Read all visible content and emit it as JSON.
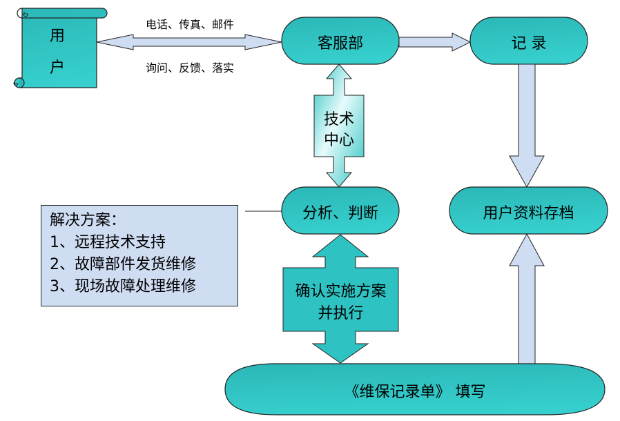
{
  "colors": {
    "node_fill": "#2ebfbf",
    "node_fill_light": "#35cccb",
    "arrow_fill": "#cfddf3",
    "stroke": "#222222"
  },
  "nodes": {
    "user": {
      "char1": "用",
      "char2": "户"
    },
    "customer_service": "客服部",
    "record": "记 录",
    "tech_center": {
      "line1": "技术",
      "line2": "中心"
    },
    "analysis": "分析、判断",
    "archive": "用户资料存档",
    "execute": {
      "line1": "确认实施方案",
      "line2": "并执行"
    },
    "form": "《维保记录单》 填写"
  },
  "edges": {
    "user_cs_top": "电话、传真、邮件",
    "user_cs_bottom": "询问、反馈、落实"
  },
  "solution": {
    "title": "解决方案：",
    "items": [
      "1、远程技术支持",
      "2、故障部件发货维修",
      "3、现场故障处理维修"
    ]
  }
}
